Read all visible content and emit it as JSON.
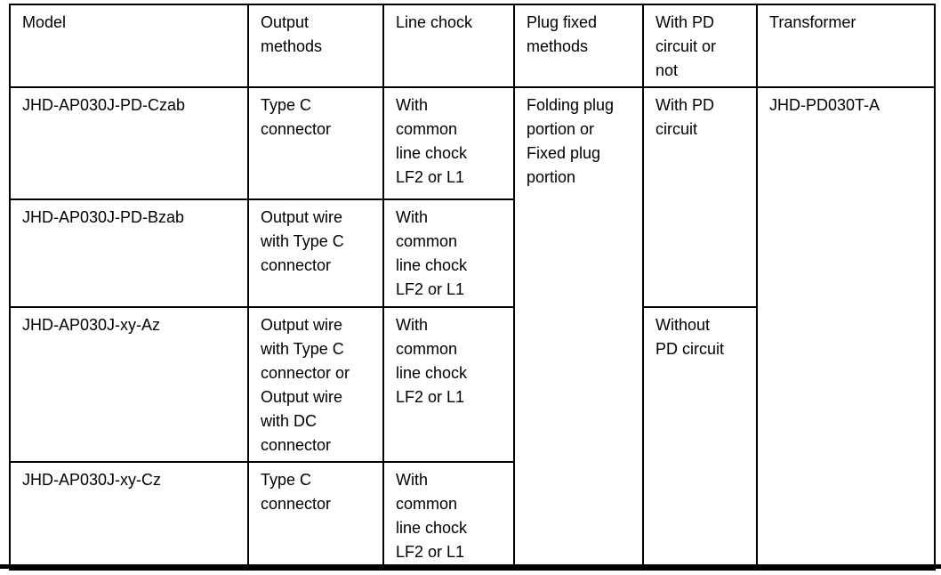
{
  "page": {
    "background_color": "#ffffff",
    "text_color": "#000000",
    "border_color": "#000000"
  },
  "table": {
    "headers": [
      "Model",
      "Output\nmethods",
      "Line chock",
      "Plug fixed\nmethods",
      "With PD\ncircuit or\nnot",
      "Transformer"
    ],
    "rows": [
      {
        "model": "JHD-AP030J-PD-Czab",
        "output_method": "Type C\nconnector",
        "line_chock": "With\ncommon\nline chock\nLF2 or L1"
      },
      {
        "model": "JHD-AP030J-PD-Bzab",
        "output_method": "Output wire\nwith Type C\nconnector",
        "line_chock": "With\ncommon\nline chock\nLF2 or L1"
      },
      {
        "model": "JHD-AP030J-xy-Az",
        "output_method": "Output wire\nwith Type C\nconnector or\nOutput wire\nwith DC\nconnector",
        "line_chock": "With\ncommon\nline chock\nLF2 or L1"
      },
      {
        "model": "JHD-AP030J-xy-Cz",
        "output_method": "Type C\nconnector",
        "line_chock": "With\ncommon\nline chock\nLF2 or L1"
      }
    ],
    "plug_fixed_methods": "Folding plug\nportion or\nFixed plug\nportion",
    "pd_groups": [
      {
        "label": "With PD\ncircuit",
        "row_span": 2
      },
      {
        "label": "Without\nPD circuit",
        "row_span": 2
      }
    ],
    "transformer": "JHD-PD030T-A"
  }
}
